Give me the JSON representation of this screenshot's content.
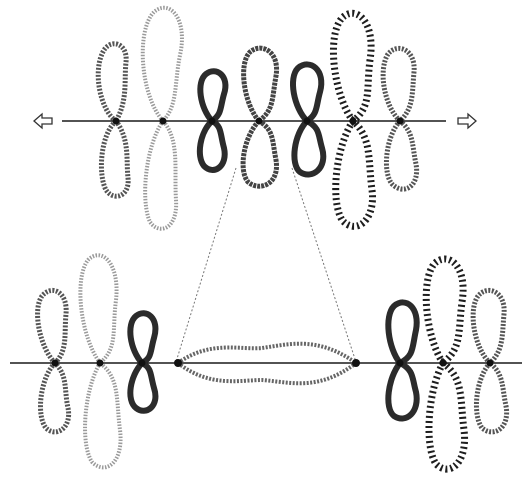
{
  "diagram": {
    "background": "#ffffff",
    "colors": {
      "axis": "#1a1a1a",
      "lobe_dark": "#2b2b2b",
      "lobe_mid": "#555555",
      "lobe_light": "#9a9a9a",
      "lobe_beaded": "#1e1e1e",
      "guide": "#777777",
      "node": "#111111",
      "arrow": "#333333"
    },
    "icons": {
      "left": "hollow-arrow-left-icon",
      "right": "hollow-arrow-right-icon"
    },
    "rows": [
      {
        "name": "top-orbital-row",
        "description_nodes": 7,
        "has_direction_arrows": true
      },
      {
        "name": "bottom-orbital-row",
        "description_nodes": 8,
        "has_central_split": true
      }
    ]
  }
}
